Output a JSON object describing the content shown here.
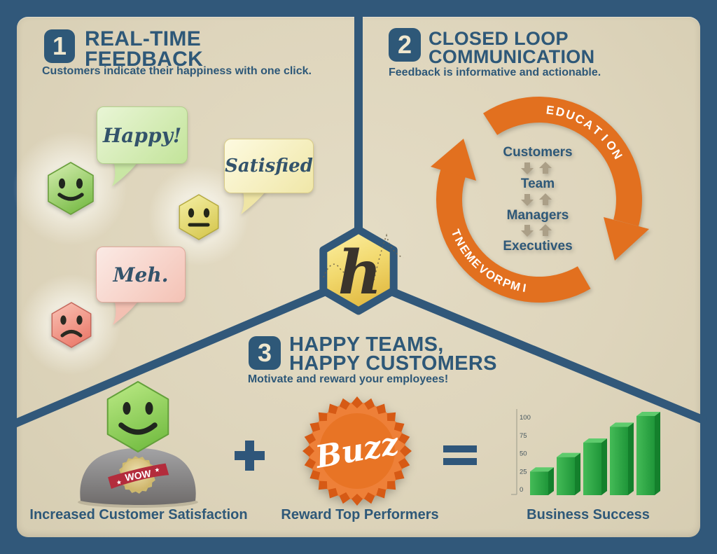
{
  "palette": {
    "frame_blue": "#31587a",
    "card_beige": "#ded5bc",
    "heading_blue": "#2e5878",
    "orange": "#e2701f",
    "bar_green": "#2aa443"
  },
  "sections": {
    "feedback": {
      "number": "1",
      "title_line1": "REAL-TIME",
      "title_line2": "FEEDBACK",
      "subtitle": "Customers indicate their happiness with one click."
    },
    "communication": {
      "number": "2",
      "title_line1": "CLOSED LOOP",
      "title_line2": "COMMUNICATION",
      "subtitle": "Feedback is informative and actionable."
    },
    "teams": {
      "number": "3",
      "title_line1": "HAPPY TEAMS,",
      "title_line2": "HAPPY CUSTOMERS",
      "subtitle": "Motivate and reward your employees!"
    }
  },
  "feedback_bubbles": [
    {
      "label": "Happy!",
      "mood": "happy"
    },
    {
      "label": "Satisfied",
      "mood": "satisfied"
    },
    {
      "label": "Meh.",
      "mood": "meh"
    }
  ],
  "logo": {
    "letter": "h"
  },
  "cycle": {
    "arc_labels": {
      "top": "EDUCATION",
      "bottom": "IMPROVEMENT"
    },
    "levels": [
      "Customers",
      "Team",
      "Managers",
      "Executives"
    ]
  },
  "mascot": {
    "badge_label": "WOW"
  },
  "reward_badge": {
    "label": "Buzz"
  },
  "formula": {
    "plus_symbol": "+",
    "equals_symbol": "=",
    "captions": [
      "Increased Customer Satisfaction",
      "Reward Top Performers",
      "Business Success"
    ]
  },
  "chart_data": {
    "type": "bar",
    "values": [
      25,
      45,
      65,
      87,
      102
    ],
    "y_ticks": [
      0,
      25,
      50,
      75,
      100
    ],
    "ylim": [
      0,
      110
    ],
    "title": "Business Success",
    "xlabel": "",
    "ylabel": "",
    "grid": false,
    "legend": false,
    "bar_color": "#2aa443"
  }
}
